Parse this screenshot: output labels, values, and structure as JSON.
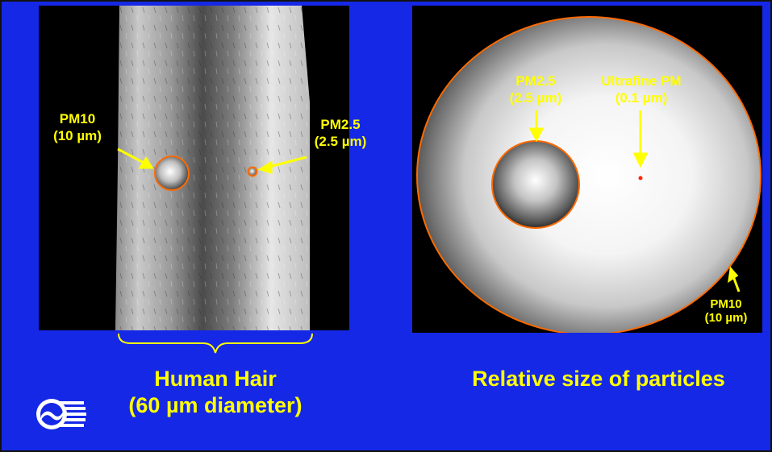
{
  "hair_panel": {
    "pm10_label": "PM10",
    "pm10_size": "(10 µm)",
    "pm25_label": "PM2.5",
    "pm25_size": "(2.5 µm)"
  },
  "particles_panel": {
    "pm25_label": "PM2.5",
    "pm25_size": "(2.5 µm)",
    "ultrafine_label": "Ultrafine PM",
    "ultrafine_size": "(0.1 µm)",
    "pm10_label": "PM10",
    "pm10_size": "(10 µm)"
  },
  "captions": {
    "hair_line1": "Human Hair",
    "hair_line2": "(60 µm diameter)",
    "particles": "Relative size of particles"
  },
  "colors": {
    "background": "#1528e6",
    "label": "#ffff00",
    "outline": "#ff6a00",
    "panel_bg": "#000000"
  },
  "icons": {
    "logo": "organization-logo-icon"
  }
}
